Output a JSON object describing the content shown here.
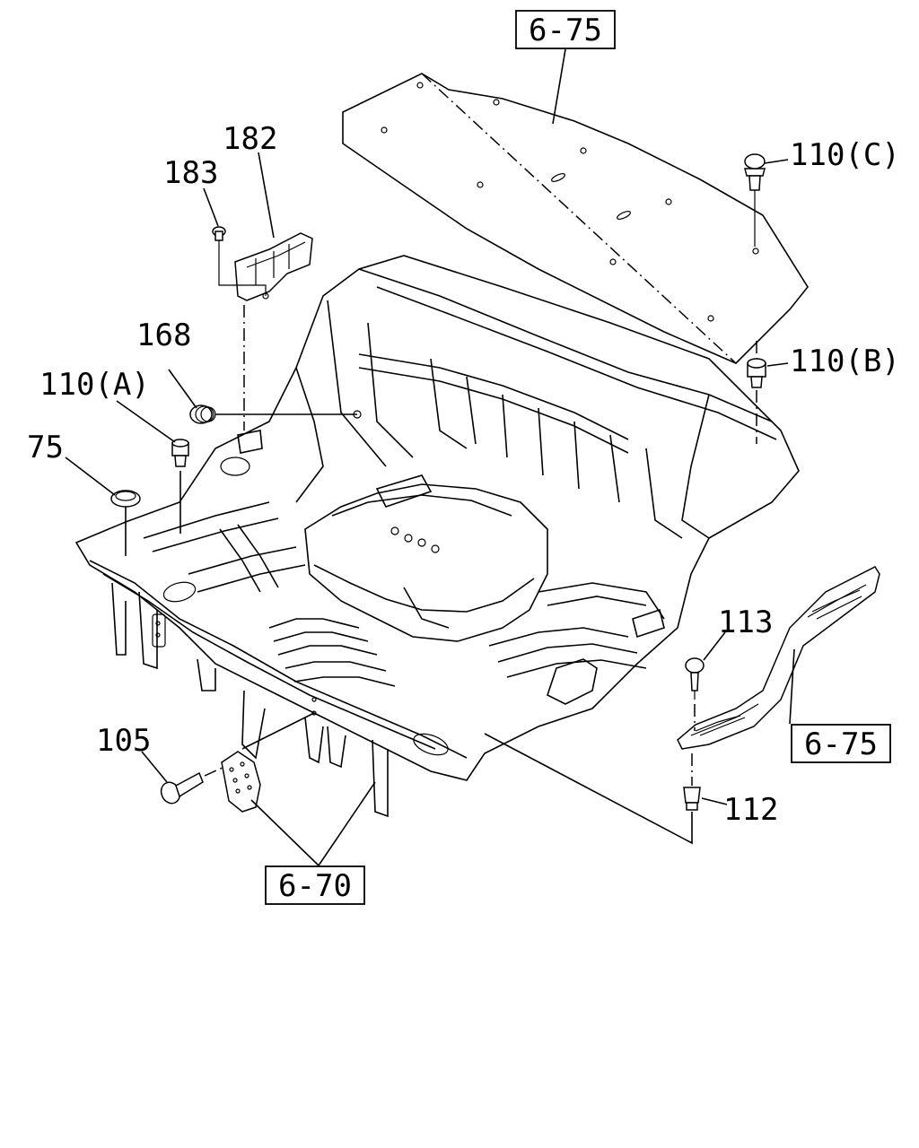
{
  "callouts": {
    "ref_top": "6-75",
    "ref_right": "6-75",
    "ref_bottom": "6-70",
    "p182": "182",
    "p183": "183",
    "p168": "168",
    "p110a": "110(A)",
    "p75": "75",
    "p110c": "110(C)",
    "p110b": "110(B)",
    "p113": "113",
    "p112": "112",
    "p105": "105"
  }
}
